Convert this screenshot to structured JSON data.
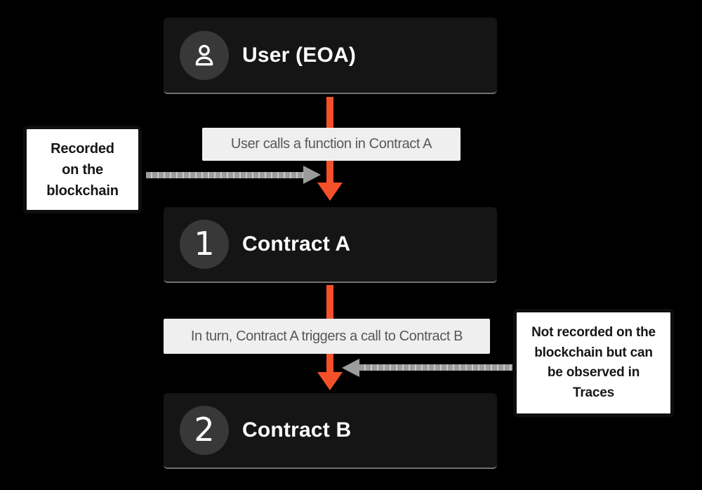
{
  "colors": {
    "canvas_bg": "#000000",
    "node_bg": "#151515",
    "node_circle_bg": "#383838",
    "node_text": "#ffffff",
    "label_bg": "#efefef",
    "label_text": "#585858",
    "arrow_gray": "#9c9c9c",
    "accent": "#f4512b",
    "annotation_bg": "#ffffff",
    "annotation_border": "#0e0e0e",
    "annotation_text": "#161616"
  },
  "nodes": {
    "user": {
      "title": "User (EOA)",
      "icon": "person-icon"
    },
    "contract_a": {
      "badge": "1",
      "title": "Contract A"
    },
    "contract_b": {
      "badge": "2",
      "title": "Contract B"
    }
  },
  "flow": {
    "label_user_to_a": "User calls a function in Contract A",
    "label_a_to_b": "In turn, Contract A triggers a call to Contract B"
  },
  "annotations": {
    "left": "Recorded\non the\nblockchain",
    "right": "Not recorded on the\nblockchain but can\nbe observed in\nTraces"
  }
}
